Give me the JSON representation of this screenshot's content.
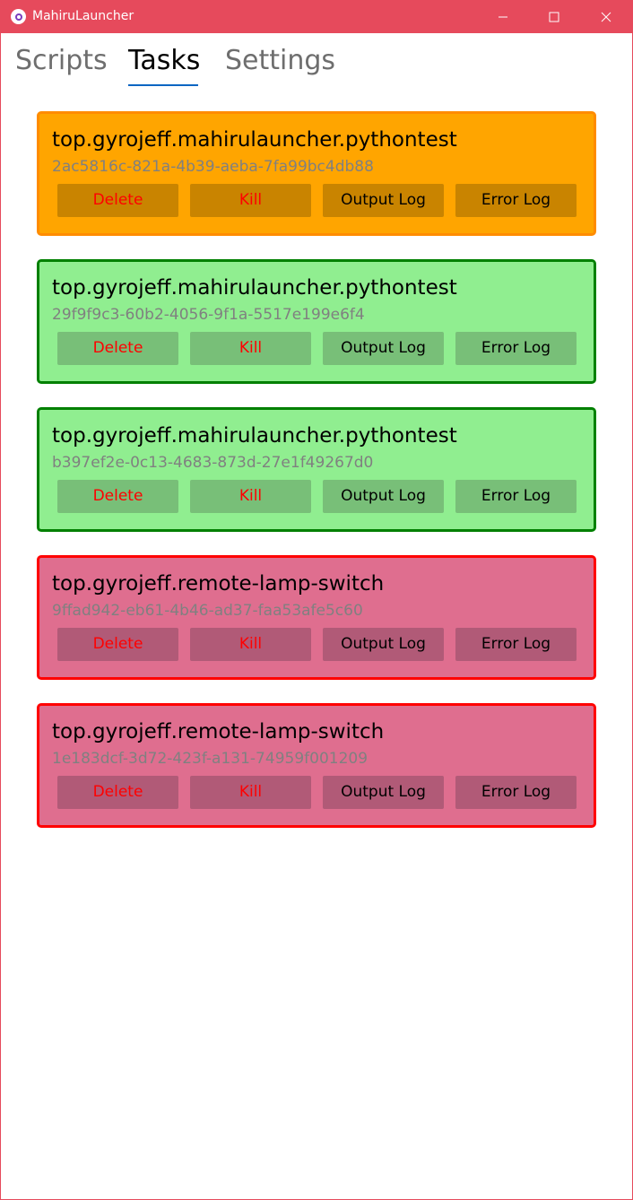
{
  "window": {
    "title": "MahiruLauncher",
    "titlebar_color": "#e64a5c",
    "icons": [
      "app-logo-icon",
      "minimize-icon",
      "maximize-icon",
      "close-icon"
    ]
  },
  "tabs": [
    {
      "label": "Scripts",
      "active": false
    },
    {
      "label": "Tasks",
      "active": true
    },
    {
      "label": "Settings",
      "active": false
    }
  ],
  "buttons": {
    "delete": "Delete",
    "kill": "Kill",
    "output_log": "Output Log",
    "error_log": "Error Log"
  },
  "status_colors": {
    "running": {
      "bg": "#ffa500",
      "border": "#ff8c00",
      "button": "#c98400"
    },
    "success": {
      "bg": "#90ee90",
      "border": "#008000",
      "button": "#78bf78"
    },
    "failed": {
      "bg": "#df6e8f",
      "border": "#ff0000",
      "button": "#b15a77"
    }
  },
  "tasks": [
    {
      "name": "top.gyrojeff.mahirulauncher.pythontest",
      "id": "2ac5816c-821a-4b39-aeba-7fa99bc4db88",
      "status": "running"
    },
    {
      "name": "top.gyrojeff.mahirulauncher.pythontest",
      "id": "29f9f9c3-60b2-4056-9f1a-5517e199e6f4",
      "status": "success"
    },
    {
      "name": "top.gyrojeff.mahirulauncher.pythontest",
      "id": "b397ef2e-0c13-4683-873d-27e1f49267d0",
      "status": "success"
    },
    {
      "name": "top.gyrojeff.remote-lamp-switch",
      "id": "9ffad942-eb61-4b46-ad37-faa53afe5c60",
      "status": "failed"
    },
    {
      "name": "top.gyrojeff.remote-lamp-switch",
      "id": "1e183dcf-3d72-423f-a131-74959f001209",
      "status": "failed"
    }
  ]
}
